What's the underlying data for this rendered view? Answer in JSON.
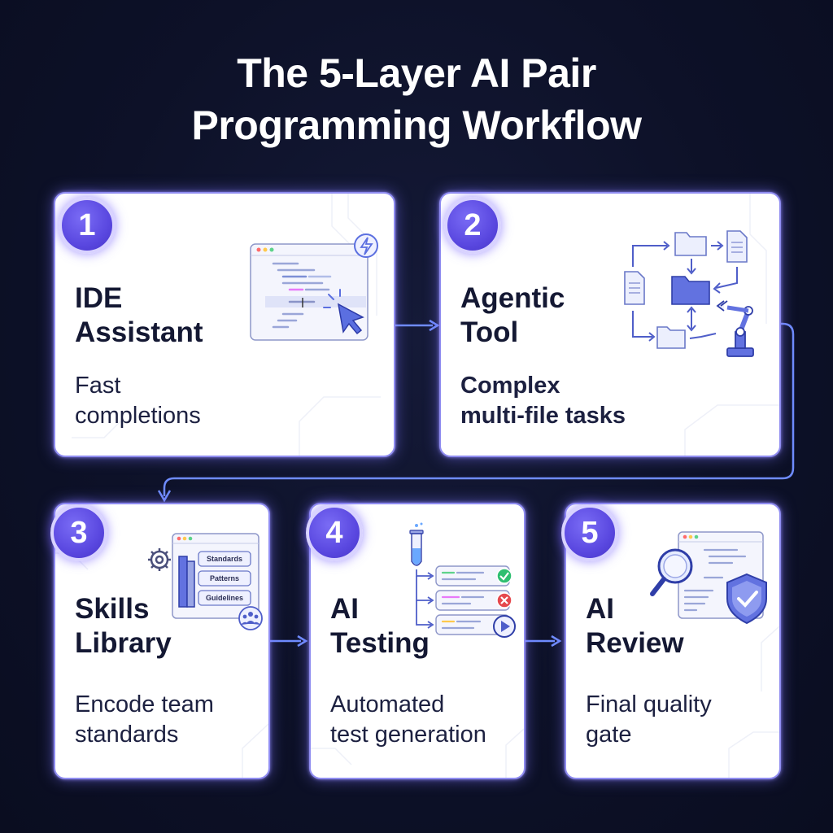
{
  "title": {
    "line1": "The 5-Layer AI Pair",
    "line2": "Programming Workflow"
  },
  "layers": [
    {
      "number": "1",
      "title_line1": "IDE",
      "title_line2": "Assistant",
      "desc_line1": "Fast",
      "desc_line2": "completions",
      "icon": "code-editor-cursor-icon"
    },
    {
      "number": "2",
      "title_line1": "Agentic",
      "title_line2": "Tool",
      "desc_line1": "Complex",
      "desc_line2": "multi-file tasks",
      "icon": "multi-file-robot-arm-icon"
    },
    {
      "number": "3",
      "title_line1": "Skills",
      "title_line2": "Library",
      "desc_line1": "Encode team",
      "desc_line2": "standards",
      "icon": "skills-library-icon",
      "icon_labels": [
        "Standards",
        "Patterns",
        "Guidelines"
      ]
    },
    {
      "number": "4",
      "title_line1": "AI",
      "title_line2": "Testing",
      "desc_line1": "Automated",
      "desc_line2": "test generation",
      "icon": "test-tube-results-icon"
    },
    {
      "number": "5",
      "title_line1": "AI",
      "title_line2": "Review",
      "desc_line1": "Final quality",
      "desc_line2": "gate",
      "icon": "magnifier-shield-icon"
    }
  ],
  "colors": {
    "background": "#0d1128",
    "accent": "#5a48e0",
    "connector": "#6f8cff",
    "success": "#2fbf71",
    "fail": "#e5484d"
  }
}
